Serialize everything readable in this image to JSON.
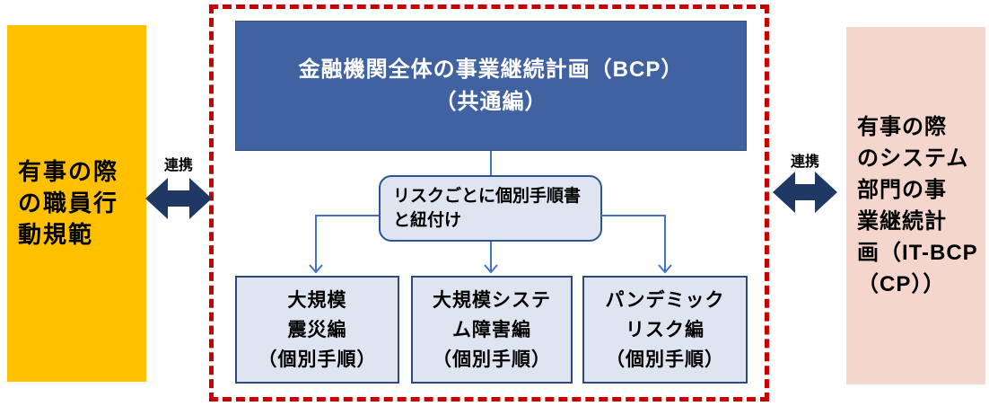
{
  "diagram_title": "BCP structure diagram",
  "colors": {
    "staff_box_bg": "#FFC000",
    "it_bcp_box_bg": "#F5D6CD",
    "main_bcp_box_bg": "#4062A0",
    "sub_box_bg": "#DEE4F0",
    "sub_box_border": "#2E4A7B",
    "rounded_box_border": "#2F5496",
    "connector_line": "#4472C4",
    "link_arrow": "#1F3864",
    "scope_frame_border": "#C80000"
  },
  "staff_conduct_box": {
    "lines": [
      "有事の際",
      "の職員行",
      "動規範"
    ]
  },
  "left_link": {
    "label": "連携"
  },
  "right_link": {
    "label": "連携"
  },
  "main_bcp_box": {
    "lines": [
      "金融機関全体の事業継続計画（BCP）",
      "（共通編）"
    ]
  },
  "procedure_link_box": {
    "lines": [
      "リスクごとに個別手順書",
      "と紐付け"
    ]
  },
  "sub_plan_boxes": [
    {
      "lines": [
        "大規模",
        "震災編",
        "（個別手順）"
      ]
    },
    {
      "lines": [
        "大規模システ",
        "ム障害編",
        "（個別手順）"
      ]
    },
    {
      "lines": [
        "パンデミック",
        "リスク編",
        "（個別手順）"
      ]
    }
  ],
  "it_bcp_box": {
    "lines": [
      "有事の際",
      "のシステム",
      "部門の事",
      "業継続計",
      "画（IT-BCP",
      "（CP））"
    ]
  }
}
